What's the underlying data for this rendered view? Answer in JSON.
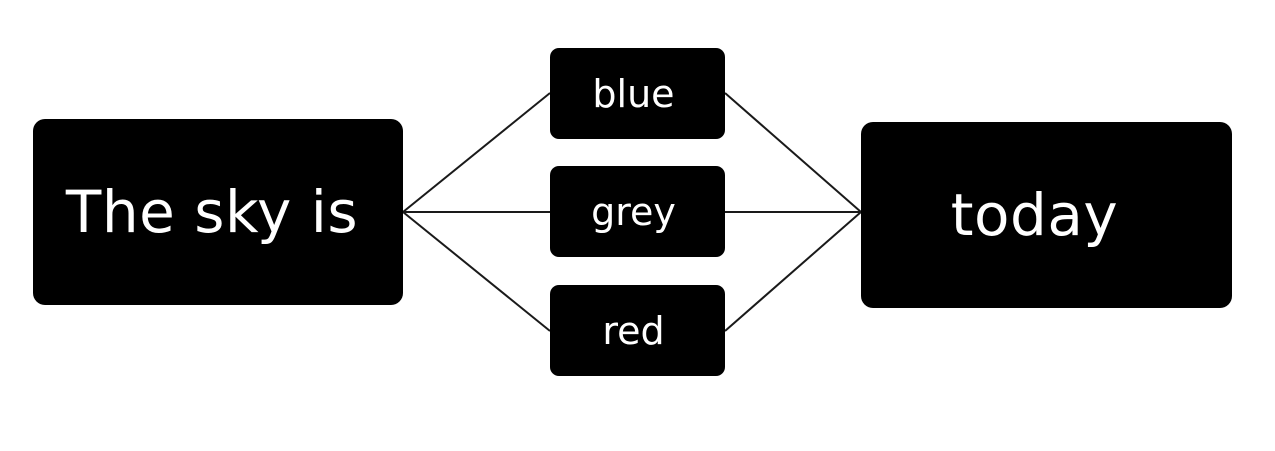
{
  "diagram": {
    "start": {
      "label": "The sky is"
    },
    "options": [
      {
        "label": "blue"
      },
      {
        "label": "grey"
      },
      {
        "label": "red"
      }
    ],
    "end": {
      "label": "today"
    }
  },
  "colors": {
    "node_fill": "#000000",
    "node_text": "#ffffff",
    "connector": "#1a1a1a",
    "background": "#ffffff"
  }
}
